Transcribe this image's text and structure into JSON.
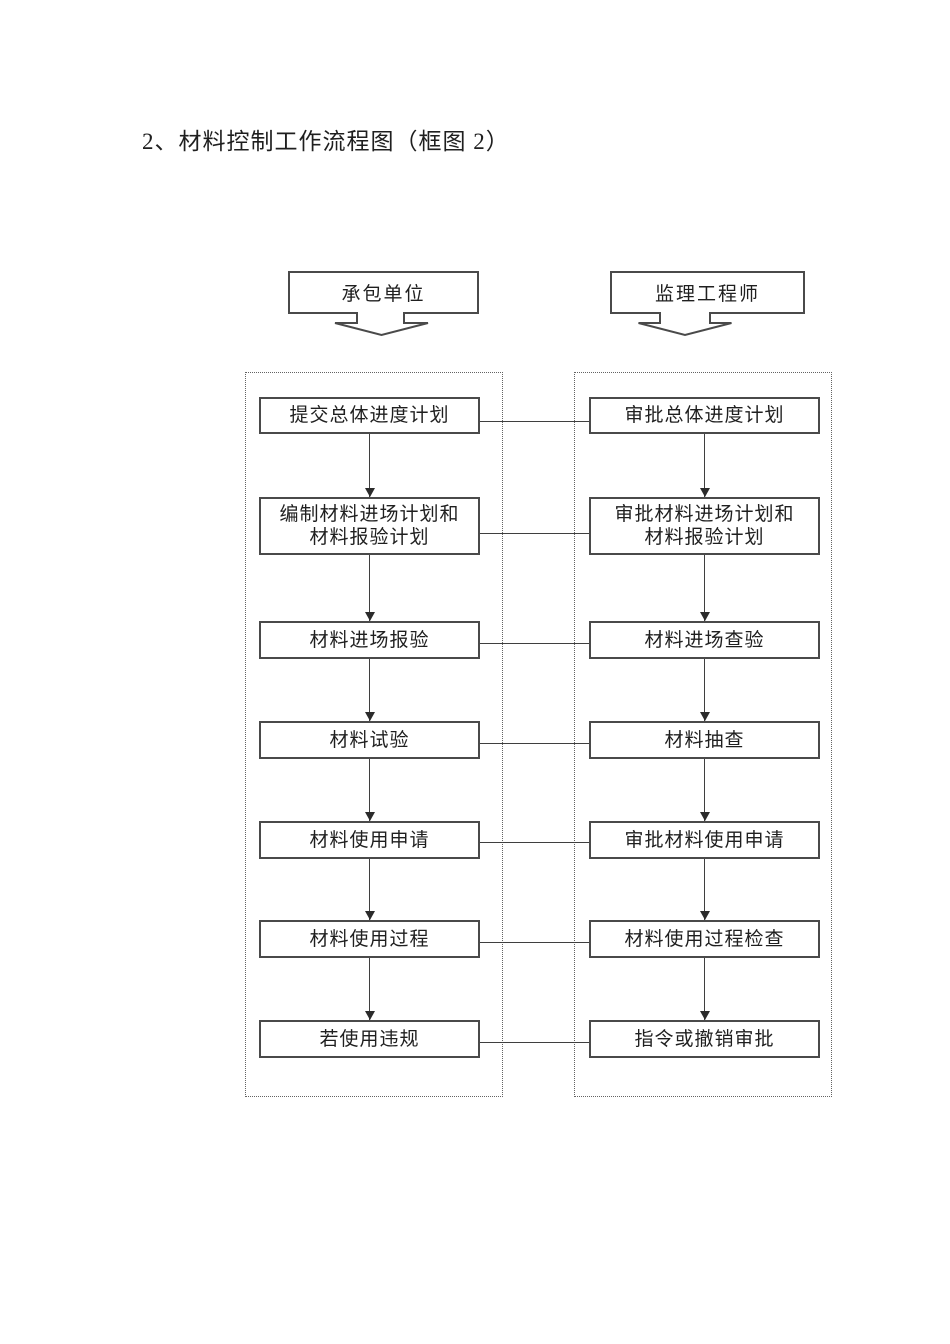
{
  "page": {
    "title": "2、材料控制工作流程图（框图 2）"
  },
  "flowchart": {
    "columns": [
      {
        "header": "承包单位",
        "steps": [
          "提交总体进度计划",
          "编制材料进场计划和\n材料报验计划",
          "材料进场报验",
          "材料试验",
          "材料使用申请",
          "材料使用过程",
          "若使用违规"
        ]
      },
      {
        "header": "监理工程师",
        "steps": [
          "审批总体进度计划",
          "审批材料进场计划和\n材料报验计划",
          "材料进场查验",
          "材料抽查",
          "审批材料使用申请",
          "材料使用过程检查",
          "指令或撤销审批"
        ]
      }
    ]
  },
  "colors": {
    "line": "#3f3f3f",
    "box_border": "#4a4a4a",
    "dashed_border": "#636363",
    "text": "#1f1f1f",
    "background": "#ffffff"
  }
}
